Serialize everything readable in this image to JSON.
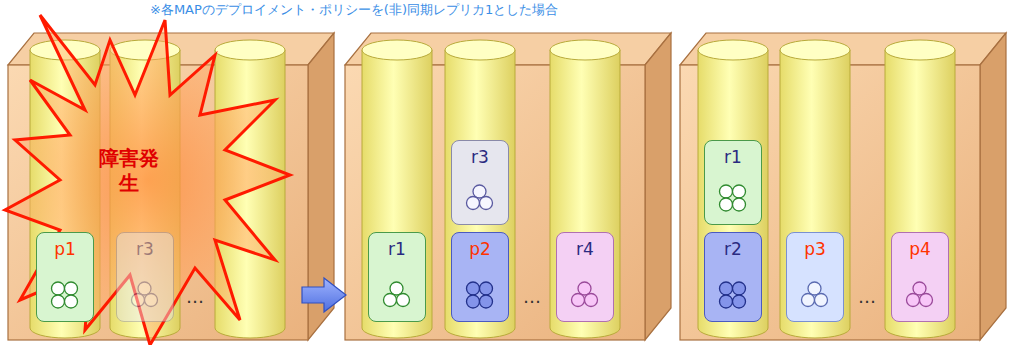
{
  "diagram": {
    "nodes": [
      {
        "text": [
          "障害発生"
        ]
      },
      {
        "text": [
          "p1"
        ]
      },
      {
        "text": [
          "r3"
        ]
      },
      {
        "text": [
          "r1"
        ]
      },
      {
        "text": [
          "r3"
        ]
      },
      {
        "text": [
          "p2"
        ]
      },
      {
        "text": [
          "r4"
        ]
      },
      {
        "text": [
          "r1"
        ]
      },
      {
        "text": [
          "r2"
        ]
      },
      {
        "text": [
          "p3"
        ]
      },
      {
        "text": [
          "p4"
        ]
      }
    ],
    "labels": [
      "※各MAPのデプロイメント・ポリシーを(非)同期レプリカ1とした場合",
      "…",
      "…",
      "…"
    ]
  }
}
